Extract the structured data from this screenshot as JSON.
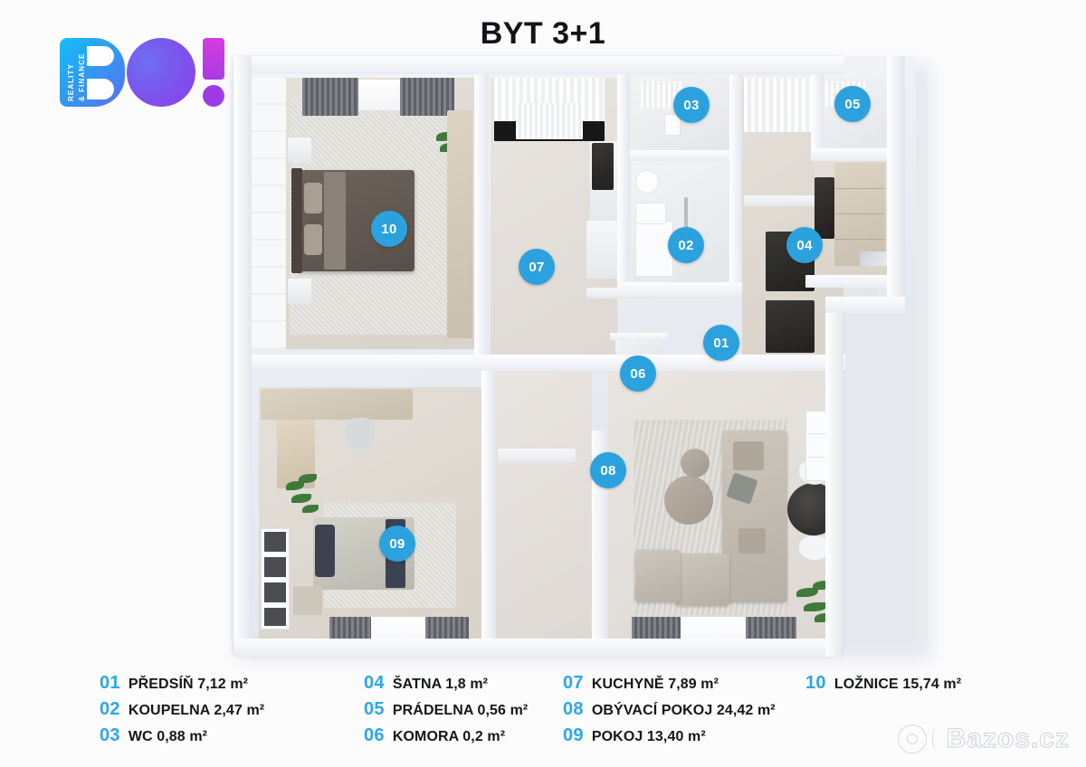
{
  "title": "BYT 3+1",
  "logo": {
    "brand": "BO!",
    "tagline_line1": "REALITY",
    "tagline_line2": "& FINANCE"
  },
  "colors": {
    "badge_blue": "#2ba2de",
    "legend_number_blue": "#2ea6ea",
    "legend_text": "#14171a",
    "page_background": "#fcfcfd"
  },
  "plan": {
    "badges": [
      {
        "id": "01",
        "label": "01"
      },
      {
        "id": "02",
        "label": "02"
      },
      {
        "id": "03",
        "label": "03"
      },
      {
        "id": "04",
        "label": "04"
      },
      {
        "id": "05",
        "label": "05"
      },
      {
        "id": "06",
        "label": "06"
      },
      {
        "id": "07",
        "label": "07"
      },
      {
        "id": "08",
        "label": "08"
      },
      {
        "id": "09",
        "label": "09"
      },
      {
        "id": "10",
        "label": "10"
      }
    ]
  },
  "legend": {
    "columns": [
      {
        "items": [
          {
            "num": "01",
            "text": "PŘEDSÍŇ 7,12 m²"
          },
          {
            "num": "02",
            "text": "KOUPELNA 2,47 m²"
          },
          {
            "num": "03",
            "text": "WC 0,88 m²"
          }
        ]
      },
      {
        "items": [
          {
            "num": "04",
            "text": "ŠATNA 1,8 m²"
          },
          {
            "num": "05",
            "text": "PRÁDELNA 0,56 m²"
          },
          {
            "num": "06",
            "text": "KOMORA 0,2 m²"
          }
        ]
      },
      {
        "items": [
          {
            "num": "07",
            "text": "KUCHYNĚ 7,89 m²"
          },
          {
            "num": "08",
            "text": "OBÝVACÍ POKOJ 24,42 m²"
          },
          {
            "num": "09",
            "text": "POKOJ 13,40 m²"
          }
        ]
      },
      {
        "items": [
          {
            "num": "10",
            "text": "LOŽNICE 15,74 m²"
          }
        ]
      }
    ]
  },
  "watermark": {
    "text": "Bazos.cz"
  }
}
